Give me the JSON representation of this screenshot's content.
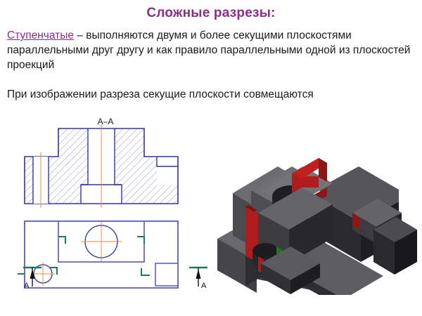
{
  "slide": {
    "title": "Сложные разрезы:",
    "title_color": "#8d2b8f",
    "background": "#ffffff"
  },
  "body": {
    "paragraph1_keyword": "Ступенчатые",
    "paragraph1_text": " – выполняются двумя и более секущими плоскостями  параллельными друг другу и как правило параллельными одной из плоскостей проекций",
    "paragraph2_text": "При изображении разреза секущие плоскости совмещаются",
    "text_color": "#1a1a1a"
  },
  "drawing": {
    "section_view": {
      "label": "А–А",
      "outline_color": "#3333aa",
      "hatch_color": "#8a8ab8",
      "centerline_color": "#e08a2e"
    },
    "plan_view": {
      "outline_color": "#4b4bb0",
      "centerline_color": "#e08a2e",
      "bracket_color": "#1f7a5a"
    },
    "section_markers": [
      {
        "label": "А",
        "position": "left"
      },
      {
        "label": "А",
        "position": "right"
      }
    ],
    "marker_color": "#1f7a5a",
    "marker_text_color": "#111111"
  },
  "model": {
    "face_colors": {
      "top": "#6e6e72",
      "front": "#4a4a4e",
      "side": "#2b2b2e",
      "dark": "#232326",
      "cut_plane": "#b01b1b",
      "cut_plane_dark": "#7d1212",
      "accent_green": "#1f7a1f",
      "hole": "#1a1a1c"
    }
  }
}
